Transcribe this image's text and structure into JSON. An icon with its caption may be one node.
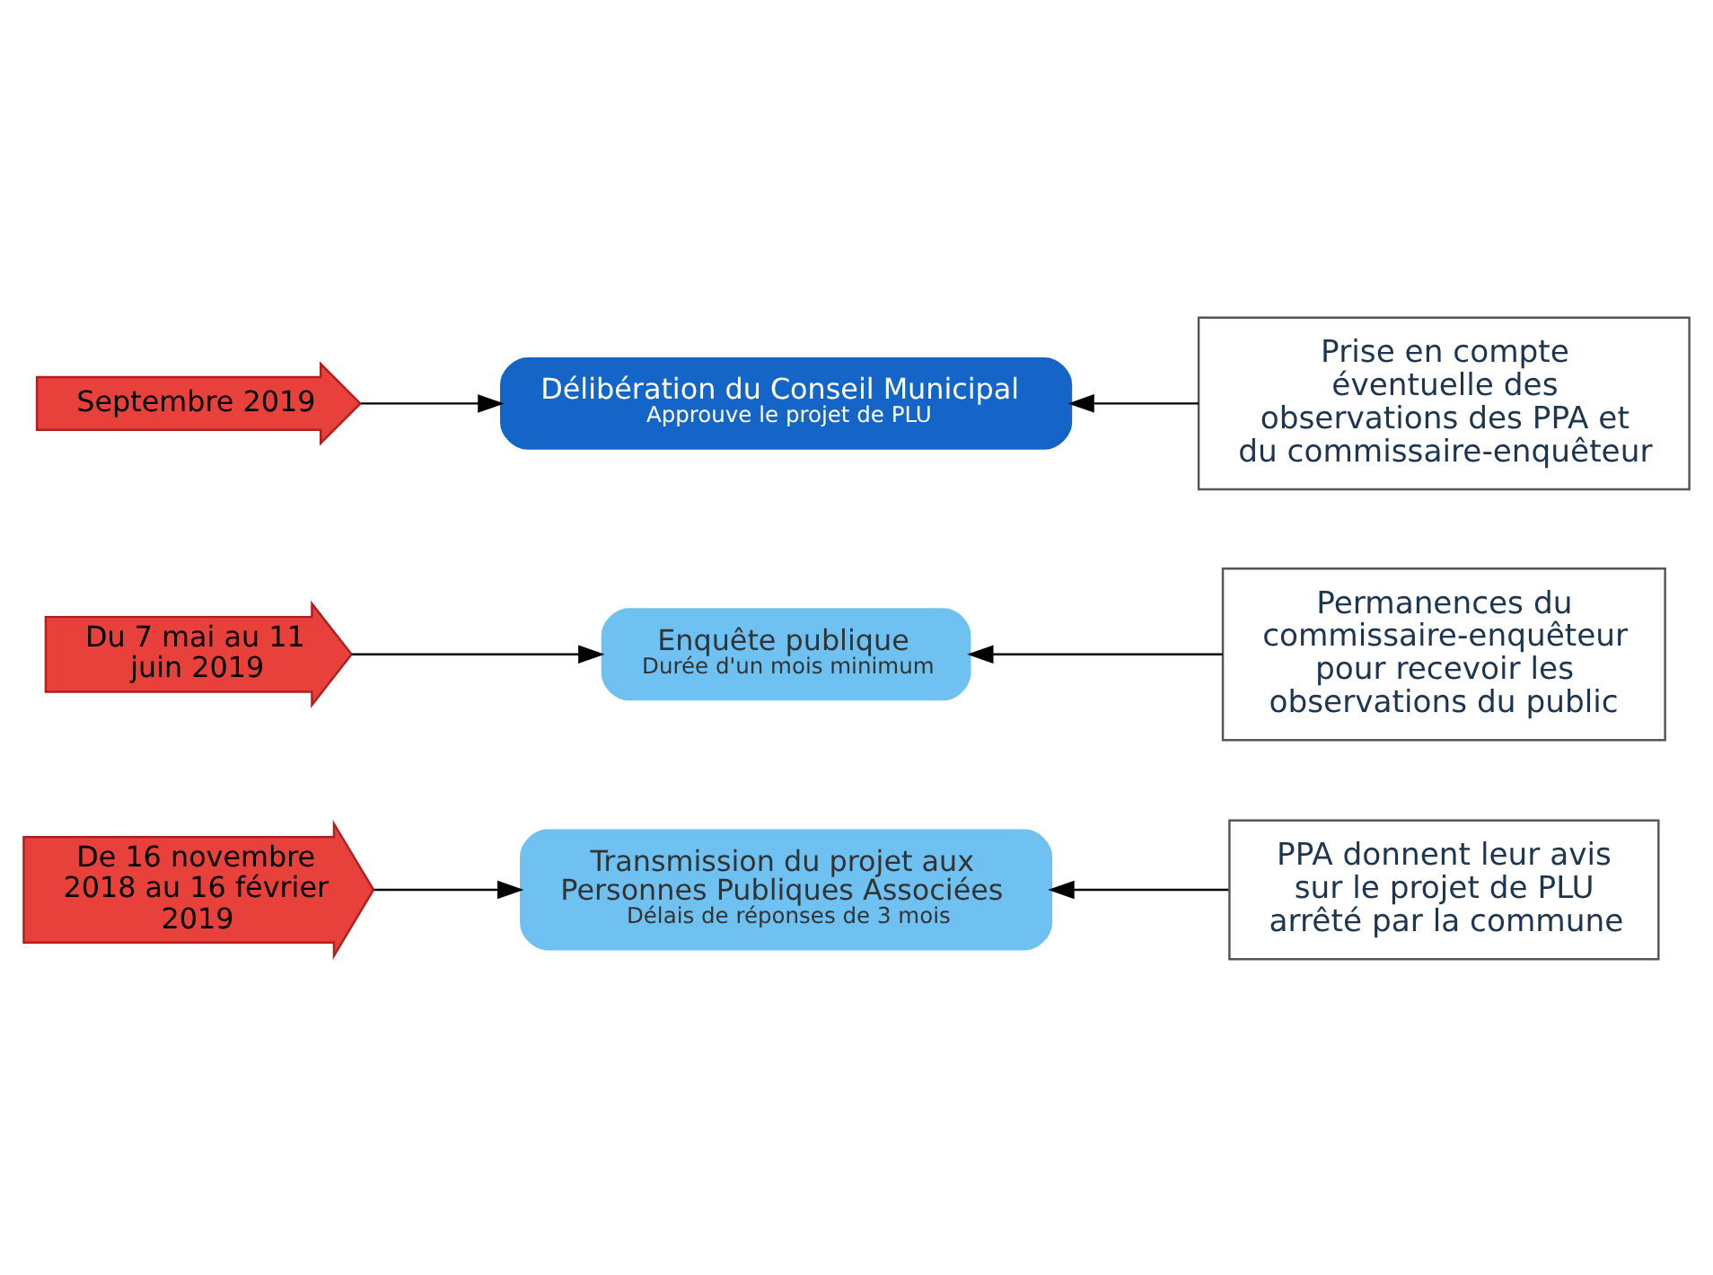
{
  "diagram": {
    "nodes": [
      {
        "text": [
          "De 16 novembre 2018 au 16 février 2019"
        ]
      },
      {
        "text": [
          "Transmission du projet aux Personnes Publiques Associées",
          "Délais de réponses de 3 mois"
        ]
      },
      {
        "text": [
          "PPA donnent leur avis sur le projet de PLU arrêté par la commune"
        ]
      },
      {
        "text": [
          "Du 7 mai au 11 juin 2019"
        ]
      },
      {
        "text": [
          "Enquête publique",
          "Durée d'un mois minimum"
        ]
      },
      {
        "text": [
          "Permanences du commissaire-enquêteur pour recevoir les observations du public"
        ]
      },
      {
        "text": [
          "Septembre 2019"
        ]
      },
      {
        "text": [
          "Délibération du Conseil Municipal",
          "Approuve le projet de PLU"
        ]
      },
      {
        "text": [
          "Prise en compte éventuelle des observations des PPA et du commissaire-enquêteur"
        ]
      }
    ],
    "edges": [
      {
        "from": 0,
        "to": 1,
        "arrow": "to"
      },
      {
        "from": 2,
        "to": 1,
        "arrow": "to"
      },
      {
        "from": 3,
        "to": 4,
        "arrow": "to"
      },
      {
        "from": 5,
        "to": 4,
        "arrow": "to"
      },
      {
        "from": 6,
        "to": 7,
        "arrow": "to"
      },
      {
        "from": 8,
        "to": 7,
        "arrow": "to"
      }
    ]
  }
}
